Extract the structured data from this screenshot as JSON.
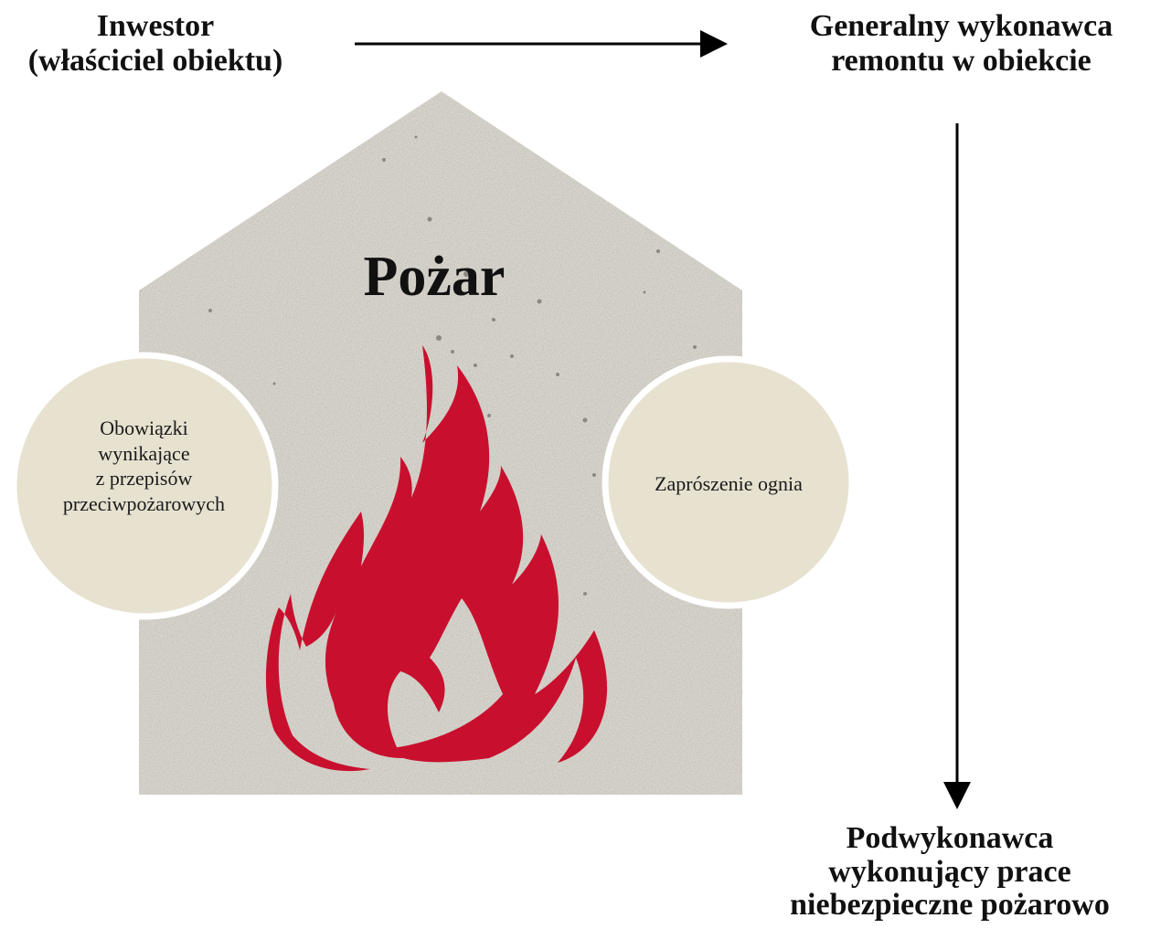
{
  "nodes": {
    "investor": [
      "Inwestor",
      "(właściciel obiektu)"
    ],
    "general_contractor": [
      "Generalny wykonawca",
      "remontu w obiekcie"
    ],
    "subcontractor": [
      "Podwykonawca",
      "wykonujący prace",
      "niebezpieczne pożarowo"
    ]
  },
  "center": {
    "title": "Pożar",
    "left_circle": [
      "Obowiązki",
      "wynikające",
      "z przepisów",
      "przeciwpożarowych"
    ],
    "right_circle": "Zaprószenie ognia"
  },
  "colors": {
    "house_fill": "#d7d4cc",
    "circle_fill": "#e7e1d0",
    "flame": "#c8102e",
    "arrow": "#000000"
  }
}
